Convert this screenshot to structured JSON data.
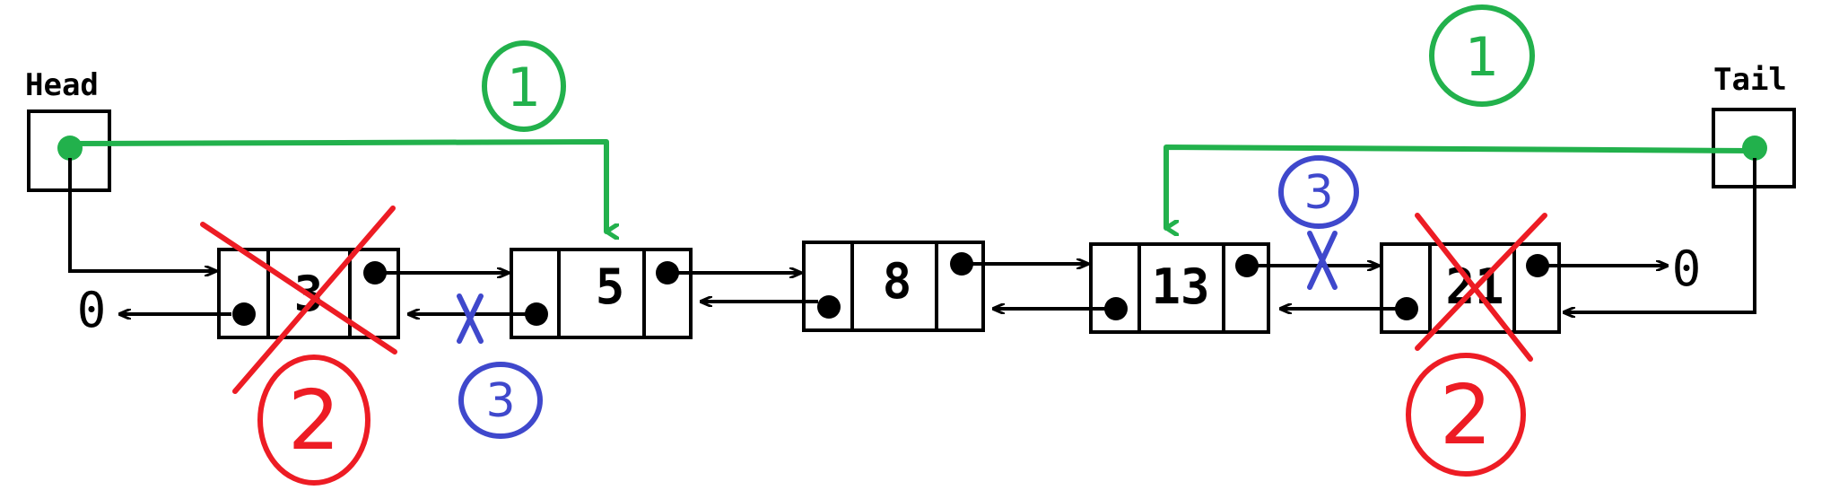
{
  "diagram": {
    "head_label": "Head",
    "tail_label": "Tail",
    "null_left": "0",
    "null_right": "0",
    "nodes": [
      {
        "value": "3",
        "removed": true
      },
      {
        "value": "5",
        "removed": false
      },
      {
        "value": "8",
        "removed": false
      },
      {
        "value": "13",
        "removed": false
      },
      {
        "value": "21",
        "removed": true
      }
    ],
    "step_labels": {
      "head_step": "1",
      "tail_step": "1",
      "left_remove_step": "2",
      "right_remove_step": "2",
      "left_unlink_step": "3",
      "right_unlink_step": "3"
    },
    "colors": {
      "step1": "#22b14c",
      "step2": "#ed1c24",
      "step3": "#3f48cc",
      "ink": "#000000"
    }
  }
}
